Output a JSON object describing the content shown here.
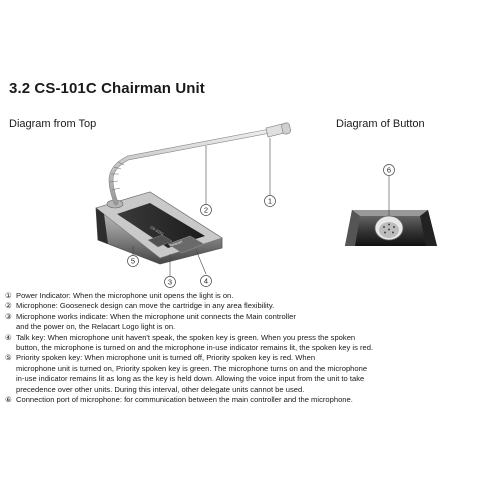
{
  "title": "3.2 CS-101C Chairman Unit",
  "subtitles": {
    "top": "Diagram from Top",
    "button": "Diagram of Button"
  },
  "callouts": {
    "c1": "1",
    "c2": "2",
    "c3": "3",
    "c4": "4",
    "c5": "5",
    "c6": "6"
  },
  "unit_labels": {
    "body": "CS-101C",
    "logo": "Relacart"
  },
  "descriptions": [
    {
      "num": "①",
      "lines": [
        "Power Indicator: When the microphone unit opens the light is on."
      ]
    },
    {
      "num": "②",
      "lines": [
        "Microphone: Gooseneck design can move the cartridge in any area flexibility."
      ]
    },
    {
      "num": "③",
      "lines": [
        "Microphone works indicate: When the microphone unit connects the Main controller",
        "and the power on, the Relacart Logo light is on."
      ]
    },
    {
      "num": "④",
      "lines": [
        "Talk key: When microphone unit haven't speak, the spoken key is green. When you press the spoken",
        "button, the microphone is turned on and the microphone in-use indicator remains lit, the spoken key is red."
      ]
    },
    {
      "num": "⑤",
      "lines": [
        "Priority spoken key: When microphone unit is turned off, Priority spoken key is red. When"
      ]
    },
    {
      "num": "",
      "lines": [
        "microphone unit is turned on, Priority spoken key is green. The microphone turns on and the microphone",
        "in-use indicator remains lit as long as the key is held down. Allowing the voice input from the unit to take",
        "precedence over other units. During this interval, other delegate units cannot be used."
      ]
    },
    {
      "num": "⑥",
      "lines": [
        "Connection port of microphone: for communication between the main controller and the microphone."
      ]
    }
  ]
}
